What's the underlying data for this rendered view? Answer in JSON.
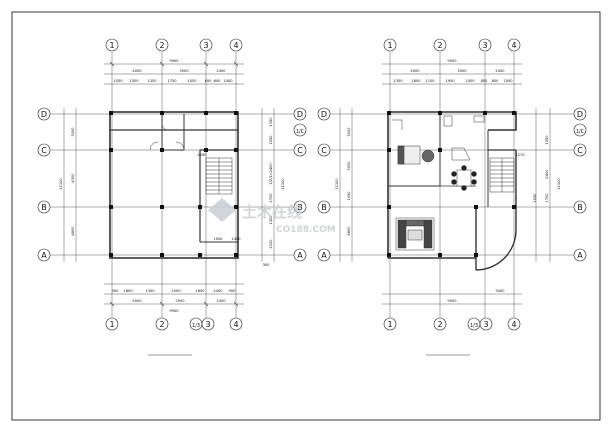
{
  "grid_axes": {
    "columns": [
      "1",
      "2",
      "3",
      "4"
    ],
    "rows": [
      "A",
      "B",
      "C",
      "D"
    ],
    "sub_rows": [
      "1/C"
    ],
    "sub_columns": [
      "1/3"
    ]
  },
  "plan_left": {
    "top_overall": "9900",
    "top_bays": [
      "4000",
      "3500",
      "2400"
    ],
    "top_detail": [
      "1050",
      "1500",
      "1350",
      "1750",
      "1050",
      "600",
      "600",
      "1400"
    ],
    "bottom_detail": [
      "300",
      "1800",
      "1350",
      "2000",
      "1650",
      "2400",
      "900"
    ],
    "bottom_bays": [
      "4000",
      "2900",
      "2400"
    ],
    "bottom_overall": "9900",
    "left_dims": [
      "3000",
      "4300",
      "4800"
    ],
    "left_overall": "11100",
    "right_dims": [
      "1350",
      "1050",
      "1/2/1=2400",
      "1700",
      "1300",
      "2100"
    ],
    "right_overall": "11100",
    "stair_dims": [
      "2200",
      "1000",
      "1400"
    ],
    "side_label": "300"
  },
  "plan_right": {
    "top_overall": "9900",
    "top_bays": [
      "4000",
      "3500",
      "2400"
    ],
    "top_detail": [
      "1350",
      "1800",
      "1100",
      "1950",
      "1000",
      "800",
      "800",
      "1000"
    ],
    "bottom_dims": [
      "3400"
    ],
    "bottom_overall": "9900",
    "left_dims": [
      "3000",
      "3000",
      "1050",
      "4800"
    ],
    "left_overall": "11100",
    "right_dims": [
      "1350",
      "2400",
      "1050",
      "1700"
    ],
    "right_overall": "11100",
    "stair_dim": "1270"
  },
  "watermark": {
    "main": "土木在线",
    "sub": "CO188.COM"
  }
}
